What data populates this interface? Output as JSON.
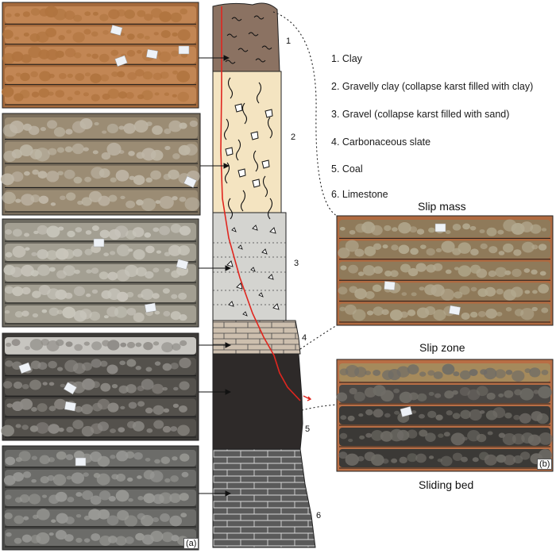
{
  "legend": [
    "1. Clay",
    "2. Gravelly clay (collapse karst filled with clay)",
    "3. Gravel (collapse karst filled with sand)",
    "4. Carbonaceous slate",
    "5. Coal",
    "6. Limestone"
  ],
  "layer_numbers": [
    "1",
    "2",
    "3",
    "4",
    "5",
    "6"
  ],
  "headings": {
    "slip_mass": "Slip mass",
    "slip_zone": "Slip zone",
    "sliding_bed": "Sliding bed"
  },
  "panel_tags": {
    "a": "(a)",
    "b": "(b)"
  },
  "colors": {
    "clay": "#8b7262",
    "gravelly_clay": "#f4e4c1",
    "gravel": "#d4d4d0",
    "carbonaceous_slate": "#cdbfae",
    "coal": "#2e2a29",
    "limestone": "#5a5a5a",
    "slip_surface": "#e0261f"
  },
  "core_photos": [
    {
      "name": "clay-core-photo",
      "tone": "#a56a3c",
      "row_tone": "#c28654",
      "chunk": "#b0743f"
    },
    {
      "name": "gravelly-clay-core-photo",
      "tone": "#7a6e5c",
      "row_tone": "#9b8c74",
      "chunk": "#c0b8a8"
    },
    {
      "name": "gravel-core-photo",
      "tone": "#6d6a60",
      "row_tone": "#a39f92",
      "chunk": "#c9c6bc"
    },
    {
      "name": "carbonaceous-slate-core-photo",
      "tone": "#3d3b38",
      "row_tone": "#54514c",
      "chunk": "#8e8b86"
    },
    {
      "name": "limestone-core-photo",
      "tone": "#4a4a48",
      "row_tone": "#6c6c69",
      "chunk": "#9a9a96"
    },
    {
      "name": "slip-mass-core-photo",
      "tone": "#b06a40",
      "row_tone": "#8f7a5a",
      "chunk": "#b3a98f"
    },
    {
      "name": "slip-zone-core-photo",
      "tone": "#b86e45",
      "row_tone": "#3b3936",
      "chunk": "#6f6c66"
    }
  ]
}
